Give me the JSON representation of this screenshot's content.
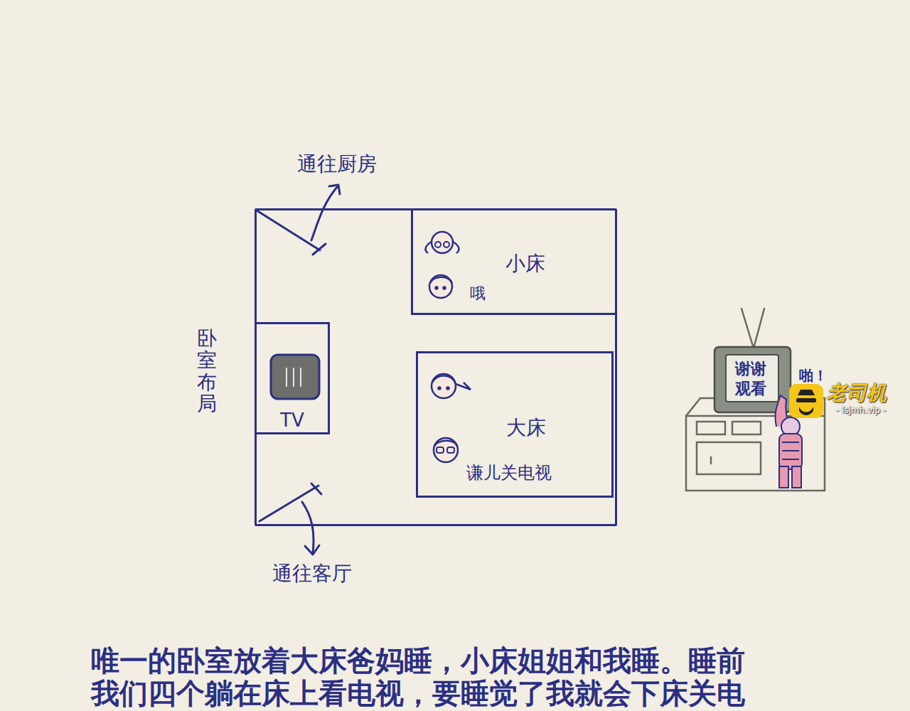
{
  "diagram": {
    "caption": "唯一的卧室放着大床爸妈睡，小床姐姐和我睡。睡前 我们四个躺在床上看电视，要睡觉了我就会下床关电",
    "nodes": [
      {
        "text": [
          "卧室布局"
        ]
      },
      {
        "text": [
          "小床",
          "哦"
        ],
        "in": 0
      },
      {
        "text": [
          "TV"
        ],
        "in": 0
      },
      {
        "text": [
          "大床",
          "谦儿关电视"
        ],
        "in": 0
      },
      {
        "text": [
          "谢谢 观看"
        ]
      }
    ],
    "labels": [
      "通往厨房",
      "通往客厅",
      "啪！",
      "老司机",
      "- lsjmh.vip -"
    ]
  }
}
